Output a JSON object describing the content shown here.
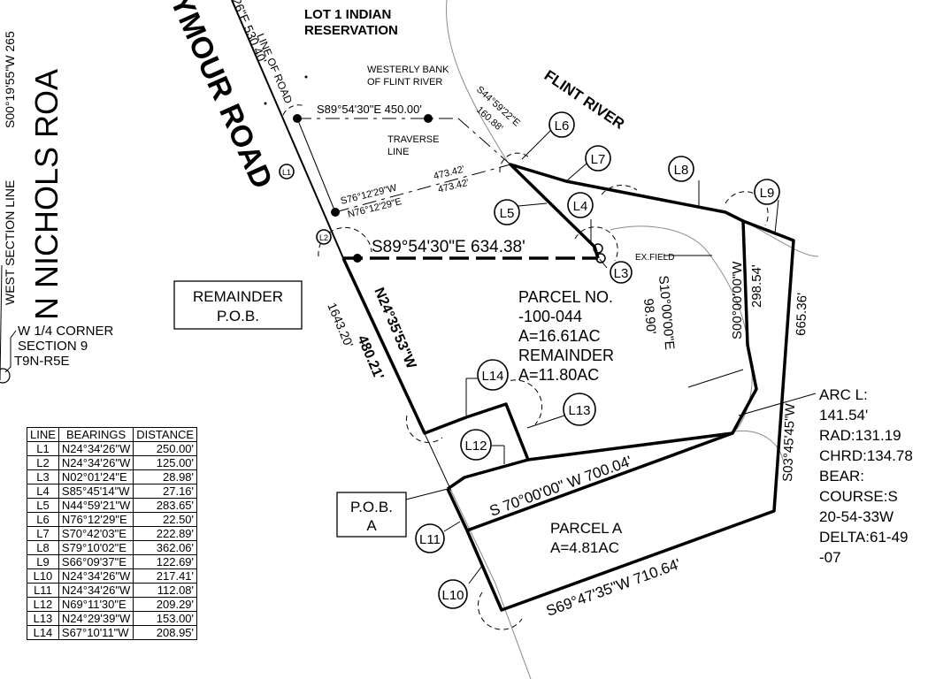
{
  "roads": {
    "seymour": "YMOUR ROAD",
    "nichols": "N NICHOLS ROA"
  },
  "section_line": {
    "label": "WEST SECTION LINE",
    "bearing": "S00°19'55\"W 265"
  },
  "row_line": {
    "bearing": "26\"E 530.40'",
    "label": "LINE OF ROAD"
  },
  "lot": {
    "line1": "LOT 1 INDIAN",
    "line2": "RESERVATION"
  },
  "river": {
    "name": "FLINT RIVER",
    "bank_line1": "WESTERLY BANK",
    "bank_line2": "OF FLINT RIVER"
  },
  "traverse": {
    "line1": "TRAVERSE",
    "line2": "LINE"
  },
  "bearings": {
    "top": "S89°54'30\"E 450.00'",
    "diag_bearing": "S44°59'22\"E",
    "diag_dist": "160.88'",
    "s76": "S76°12'29\"W",
    "n76": "N76°12'29\"E",
    "d473a": "473.42'",
    "d473b": "473.42'",
    "main": "S89°54'30\"E 634.38'",
    "left_bearing": "N24°35'53\"W",
    "left_dist": "480.21'",
    "dist1643": "1643.20'",
    "s10": "S10°00'00\"E",
    "s10_dist": "98.90'",
    "s00_bearing": "S00°00'00\"W",
    "s00_dist": "298.54'",
    "right_dist": "665.36'",
    "right_bearing": "S03°45'45\"W",
    "mid": "S 70°00'00\" W 700.04'",
    "bottom": "S69°47'35\"W 710.64'",
    "exfield": "EX.FIELD"
  },
  "line_ids": [
    "L1",
    "L2",
    "L3",
    "L4",
    "L5",
    "L6",
    "L7",
    "L8",
    "L9",
    "L10",
    "L11",
    "L12",
    "L13",
    "L14"
  ],
  "remainder_pob": {
    "line1": "REMAINDER",
    "line2": "P.O.B."
  },
  "pob_a": {
    "line1": "P.O.B.",
    "line2": "A"
  },
  "corner": {
    "line1": "W 1/4 CORNER",
    "line2": "SECTION 9",
    "line3": "T9N-R5E"
  },
  "parcel_remainder": {
    "line1": "PARCEL NO.",
    "line2": "-100-044",
    "line3": "A=16.61AC",
    "line4": "REMAINDER",
    "line5": "A=11.80AC"
  },
  "parcel_a": {
    "line1": "PARCEL A",
    "line2": "A=4.81AC"
  },
  "arc": {
    "l1": "ARC L:",
    "l2": "141.54'",
    "l3": "RAD:131.19",
    "l4": "CHRD:134.78",
    "l5": "BEAR:",
    "l6": "COURSE:S",
    "l7": "20-54-33W",
    "l8": "DELTA:61-49",
    "l9": "-07"
  },
  "line_table": {
    "headers": [
      "LINE",
      "BEARINGS",
      "DISTANCE"
    ],
    "rows": [
      [
        "L1",
        "N24°34'26\"W",
        "250.00'"
      ],
      [
        "L2",
        "N24°34'26\"W",
        "125.00'"
      ],
      [
        "L3",
        "N02°01'24\"E",
        "28.98'"
      ],
      [
        "L4",
        "S85°45'14\"W",
        "27.16'"
      ],
      [
        "L5",
        "N44°59'21\"W",
        "283.65'"
      ],
      [
        "L6",
        "N76°12'29\"E",
        "22.50'"
      ],
      [
        "L7",
        "S70°42'03\"E",
        "222.89'"
      ],
      [
        "L8",
        "S79°10'02\"E",
        "362.06'"
      ],
      [
        "L9",
        "S66°09'37\"E",
        "122.69'"
      ],
      [
        "L10",
        "N24°34'26\"W",
        "217.41'"
      ],
      [
        "L11",
        "N24°34'26\"W",
        "112.08'"
      ],
      [
        "L12",
        "N69°11'30\"E",
        "209.29'"
      ],
      [
        "L13",
        "N24°29'39\"W",
        "153.00'"
      ],
      [
        "L14",
        "S67°10'11\"W",
        "208.95'"
      ]
    ]
  }
}
